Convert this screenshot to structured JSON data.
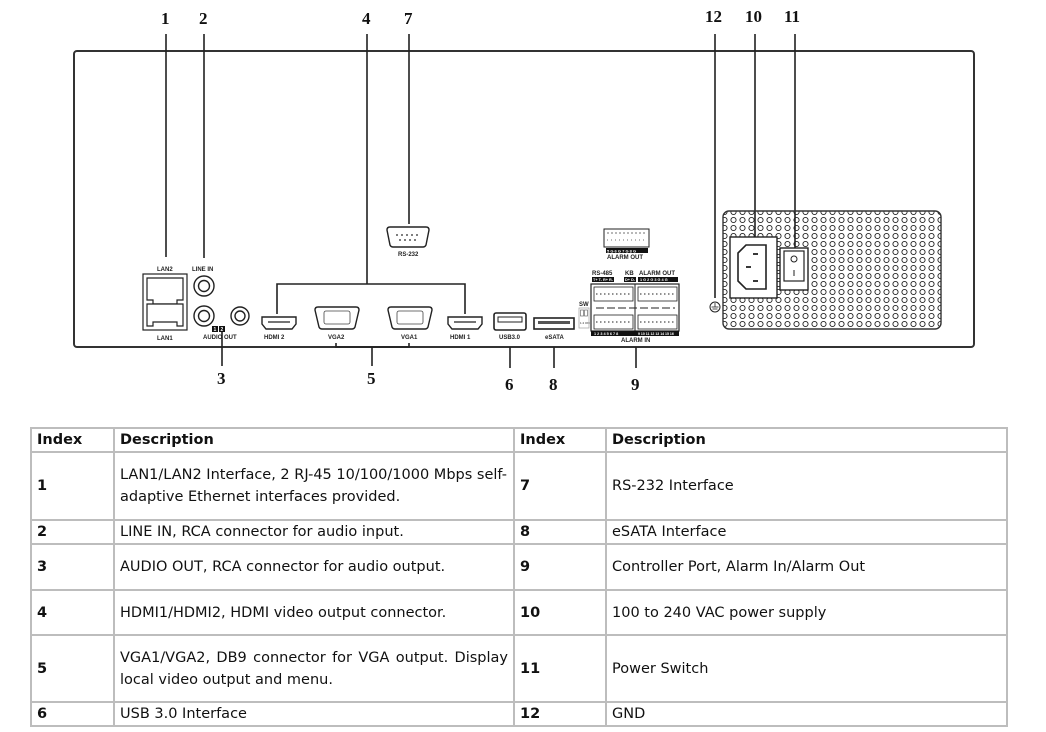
{
  "diagram": {
    "callouts": [
      "1",
      "2",
      "3",
      "4",
      "5",
      "6",
      "7",
      "8",
      "9",
      "10",
      "11",
      "12"
    ],
    "port_labels": {
      "lan2": "LAN2",
      "lan1": "LAN1",
      "line_in": "LINE IN",
      "audio_out": "AUDIO OUT",
      "audio_out_channels": [
        "1",
        "2"
      ],
      "hdmi2": "HDMI 2",
      "vga2": "VGA2",
      "vga1": "VGA1",
      "hdmi1": "HDMI 1",
      "usb": "USB3.0",
      "esata": "eSATA",
      "rs232": "RS-232",
      "alarm_out_top": "ALARM OUT",
      "alarm_out_top_pins": "5 G 6 G 7 G 8 G",
      "rs485": "RS-485",
      "rs485_pins": "T+ T- R+ R-",
      "kb": "KB",
      "kb_pins": "D+ D-",
      "alarm_out": "ALARM OUT",
      "alarm_out_pins": "1 G 2 G 3 G 4 G",
      "sw": "SW",
      "sw_on": "1 2 ON",
      "alarm_in": "ALARM IN",
      "alarm_in_pins_left": "1 2 3 4 5 6 7 8",
      "alarm_in_pins_right": "9 10 11 12 13 14 15 16"
    }
  },
  "table": {
    "headers": [
      "Index",
      "Description",
      "Index",
      "Description"
    ],
    "rows": [
      {
        "left_index": "1",
        "left_desc": "LAN1/LAN2 Interface, 2 RJ-45 10/100/1000 Mbps self-adaptive Ethernet interfaces provided.",
        "right_index": "7",
        "right_desc": "RS-232 Interface"
      },
      {
        "left_index": "2",
        "left_desc": "LINE IN, RCA connector for audio input.",
        "right_index": "8",
        "right_desc": "eSATA Interface"
      },
      {
        "left_index": "3",
        "left_desc": "AUDIO OUT, RCA connector for audio output.",
        "right_index": "9",
        "right_desc": "Controller Port, Alarm In/Alarm Out"
      },
      {
        "left_index": "4",
        "left_desc": "HDMI1/HDMI2, HDMI video output connector.",
        "right_index": "10",
        "right_desc": "100 to 240 VAC power supply"
      },
      {
        "left_index": "5",
        "left_desc": "VGA1/VGA2, DB9 connector for VGA output. Display local video output and menu.",
        "right_index": "11",
        "right_desc": "Power Switch"
      },
      {
        "left_index": "6",
        "left_desc": "USB 3.0 Interface",
        "right_index": "12",
        "right_desc": "GND"
      }
    ]
  }
}
